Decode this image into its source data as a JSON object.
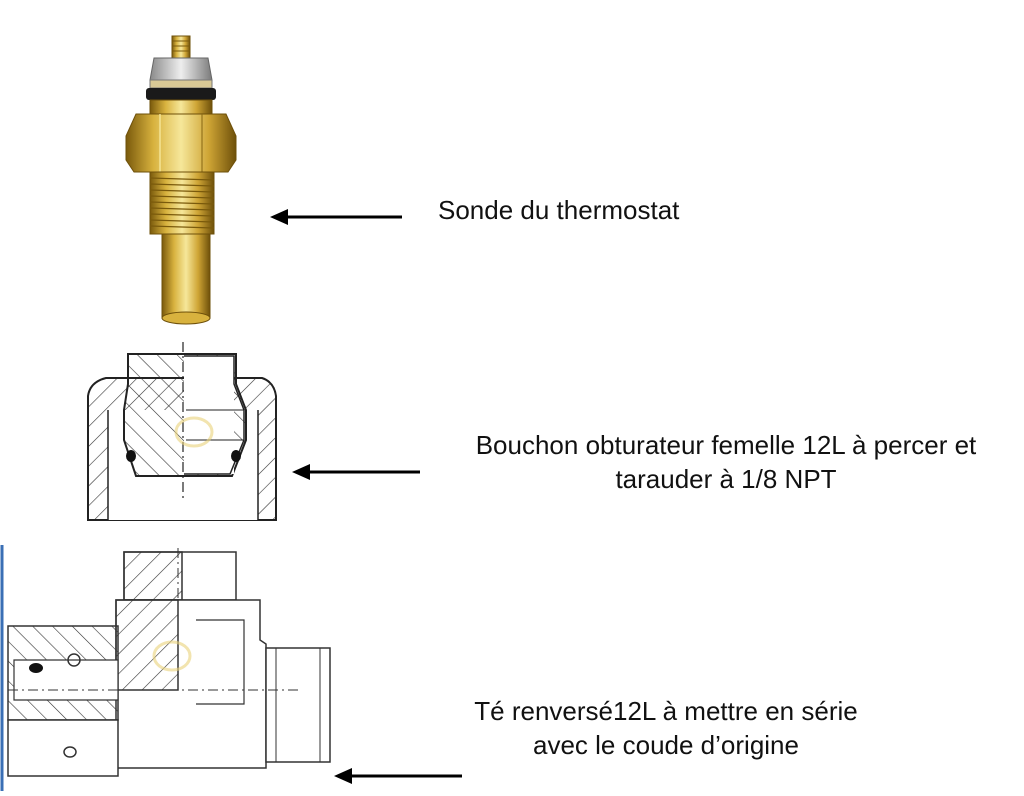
{
  "labels": {
    "sensor": "Sonde du thermostat",
    "plug": {
      "line1": "Bouchon obturateur femelle 12L à percer et",
      "line2": "tarauder à 1/8 NPT"
    },
    "tee": {
      "line1": "Té renversé12L à mettre en série",
      "line2": "avec le coude d’origine"
    }
  },
  "colors": {
    "brass_light": "#f3e08a",
    "brass_mid": "#d8b23e",
    "brass_dark": "#8a6a14",
    "line": "#333333",
    "arrow": "#000000"
  },
  "components": [
    {
      "name": "thermostat-sensor",
      "depiction": "photo of brass temperature sensor"
    },
    {
      "name": "female-blanking-plug",
      "depiction": "section drawing"
    },
    {
      "name": "reversed-tee",
      "depiction": "section drawing"
    }
  ]
}
